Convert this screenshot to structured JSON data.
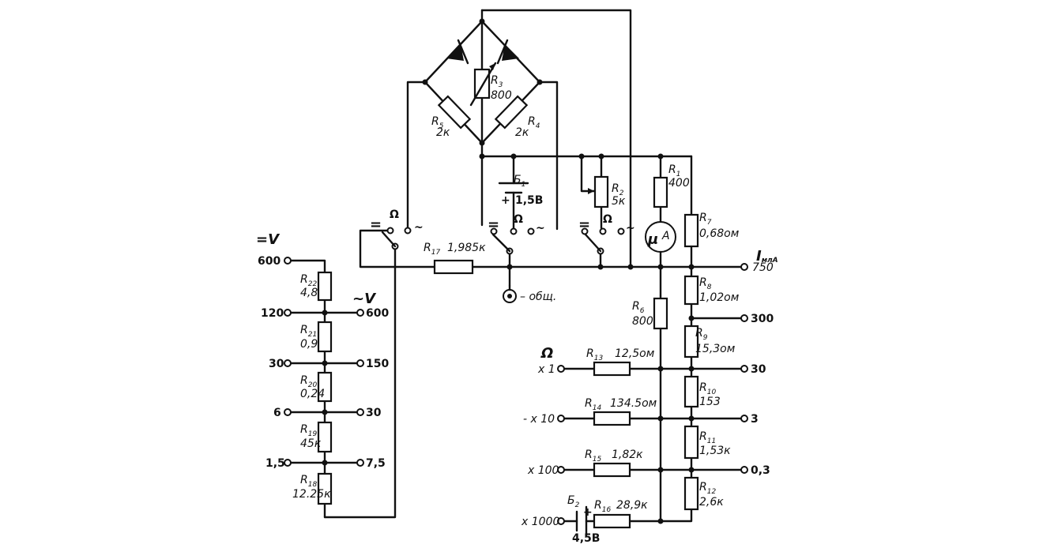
{
  "bridge": {
    "r3": {
      "name": "R",
      "sub": "3",
      "value": "800"
    },
    "r5": {
      "name": "R",
      "sub": "5",
      "value": "2к"
    },
    "r4": {
      "name": "R",
      "sub": "4",
      "value": "2к"
    }
  },
  "battery1": {
    "name": "Б",
    "sub": "1",
    "plus": "+",
    "value": "1,5В"
  },
  "battery2": {
    "name": "Б",
    "sub": "2",
    "plus": "+",
    "value": "4,5В"
  },
  "switches": {
    "dc": "=",
    "ohm": "Ω",
    "ac": "~"
  },
  "r1": {
    "name": "R",
    "sub": "1",
    "value": "400"
  },
  "r2": {
    "name": "R",
    "sub": "2",
    "value": "5к"
  },
  "meter": {
    "mu": "μ",
    "a": "A"
  },
  "r17": {
    "name": "R",
    "sub": "17",
    "value": "1,985к"
  },
  "common": {
    "label": "– общ."
  },
  "voltage": {
    "dc_title": "=V",
    "ac_title": "~V",
    "dc_terminals": [
      "600",
      "120",
      "30",
      "6",
      "1,5"
    ],
    "ac_terminals": [
      "600",
      "150",
      "30",
      "7,5"
    ],
    "resistors": [
      {
        "name": "R",
        "sub": "22",
        "value": "4,8"
      },
      {
        "name": "R",
        "sub": "21",
        "value": "0,9"
      },
      {
        "name": "R",
        "sub": "20",
        "value": "0,24"
      },
      {
        "name": "R",
        "sub": "19",
        "value": "45к"
      },
      {
        "name": "R",
        "sub": "18",
        "value": "12.25к"
      }
    ]
  },
  "current": {
    "title": "I",
    "title_sub": "млА",
    "terminals": [
      "750",
      "300",
      "30",
      "3",
      "0,3"
    ],
    "resistors": [
      {
        "name": "R",
        "sub": "7",
        "value": "0,68ом"
      },
      {
        "name": "R",
        "sub": "8",
        "value": "1,02ом"
      },
      {
        "name": "R",
        "sub": "9",
        "value": "15,3ом"
      },
      {
        "name": "R",
        "sub": "10",
        "value": "153"
      },
      {
        "name": "R",
        "sub": "11",
        "value": "1,53к"
      },
      {
        "name": "R",
        "sub": "12",
        "value": "2,6к"
      }
    ]
  },
  "r6": {
    "name": "R",
    "sub": "6",
    "value": "800"
  },
  "ohms": {
    "title": "Ω",
    "ranges": [
      "x 1",
      "- x 10",
      "x 100",
      "x 1000"
    ],
    "resistors": [
      {
        "name": "R",
        "sub": "13",
        "value": "12,5ом"
      },
      {
        "name": "R",
        "sub": "14",
        "value": "134.5ом"
      },
      {
        "name": "R",
        "sub": "15",
        "value": "1,82к"
      },
      {
        "name": "R",
        "sub": "16",
        "value": "28,9к"
      }
    ]
  }
}
